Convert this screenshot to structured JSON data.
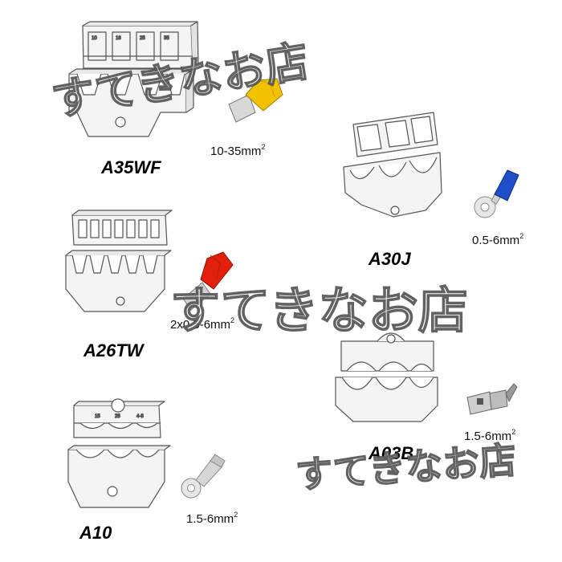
{
  "dies": [
    {
      "model": "A35WF",
      "spec": "10-35mm",
      "sup": "2",
      "markings": [
        "10",
        "16",
        "25",
        "35"
      ]
    },
    {
      "model": "A30J",
      "spec": "0.5-6mm",
      "sup": "2"
    },
    {
      "model": "A26TW",
      "spec": "2x0.5-6mm",
      "sup": "2"
    },
    {
      "model": "A03B",
      "spec": "1.5-6mm",
      "sup": "2"
    },
    {
      "model": "A10",
      "spec": "1.5-6mm",
      "sup": "2",
      "markings": [
        "15",
        "25",
        "4-8"
      ]
    }
  ],
  "watermark": {
    "text": "すてきなお店"
  },
  "colors": {
    "yellow_ferrule": "#f2c200",
    "red_ferrule": "#e0200a",
    "blue_terminal": "#1f4fc8",
    "line": "#555555",
    "fill": "#f4f4f4"
  }
}
